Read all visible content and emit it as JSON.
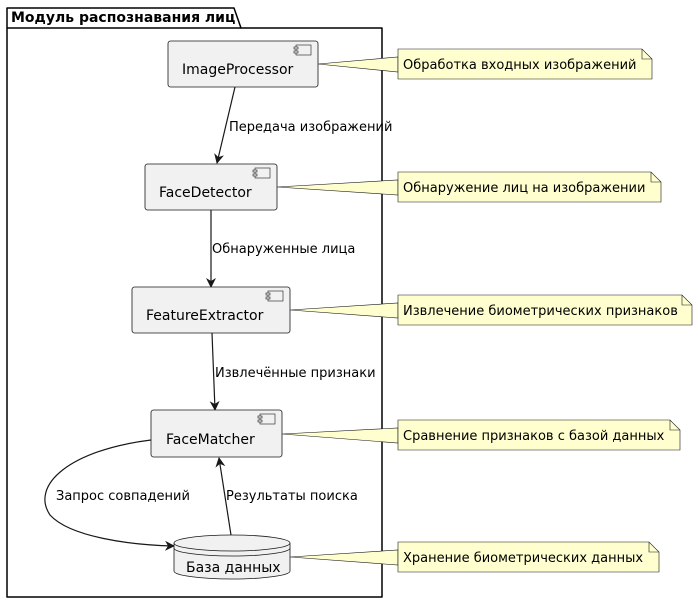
{
  "package": {
    "title": "Модуль распознавания лиц"
  },
  "components": {
    "image_processor": "ImageProcessor",
    "face_detector": "FaceDetector",
    "feature_extractor": "FeatureExtractor",
    "face_matcher": "FaceMatcher",
    "database": "База данных"
  },
  "edges": {
    "processor_to_detector": "Передача изображений",
    "detector_to_extractor": "Обнаруженные лица",
    "extractor_to_matcher": "Извлечённые признаки",
    "matcher_to_database": "Запрос совпадений",
    "database_to_matcher": "Результаты поиска"
  },
  "notes": {
    "image_processor": "Обработка входных изображений",
    "face_detector": "Обнаружение лиц на изображении",
    "feature_extractor": "Извлечение биометрических признаков",
    "face_matcher": "Сравнение признаков с базой данных",
    "database": "Хранение биометрических данных"
  },
  "colors": {
    "component_fill": "#f1f1f1",
    "note_fill": "#fefece",
    "stroke": "#181818"
  }
}
